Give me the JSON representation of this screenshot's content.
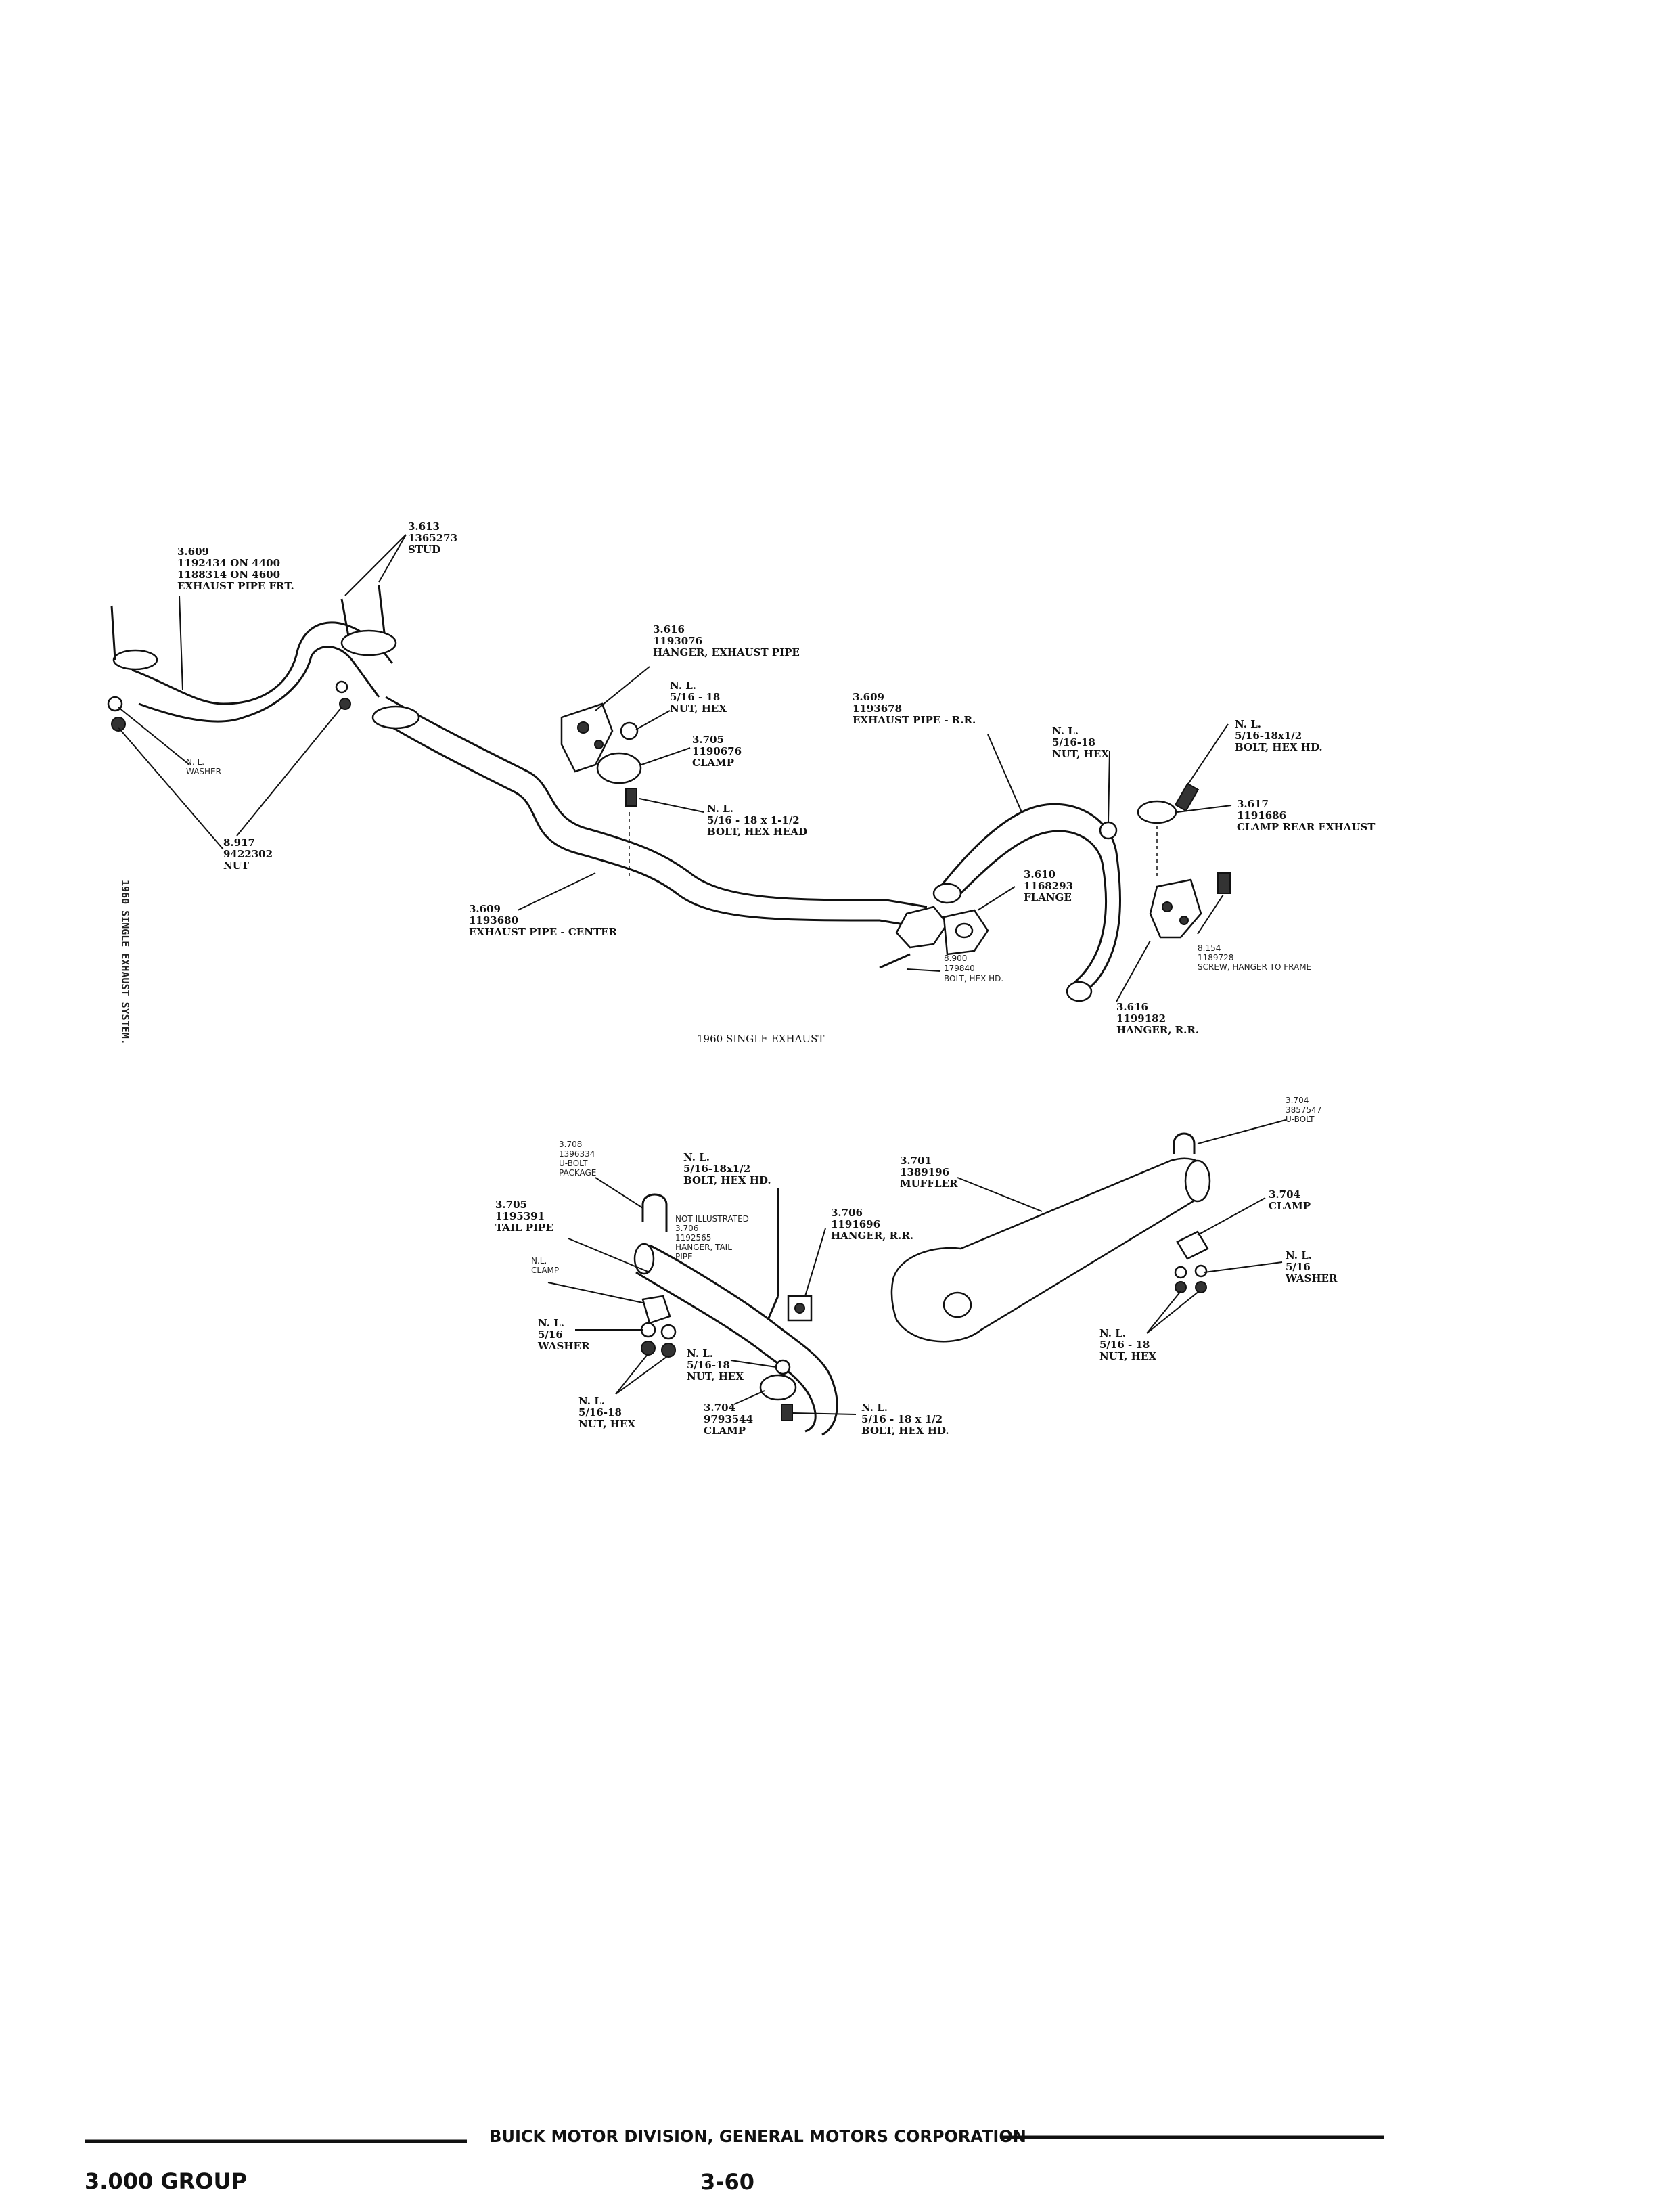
{
  "side_caption": "1960 SINGLE EXHAUST SYSTEM.",
  "figure_caption": "1960 SINGLE EXHAUST",
  "labels": {
    "exhaust_pipe_front": [
      "3.609",
      "1192434 ON 4400",
      "1188314 ON 4600",
      "EXHAUST PIPE FRT."
    ],
    "stud": [
      "3.613",
      "1365273",
      "STUD"
    ],
    "washer_front": [
      "N. L.",
      "WASHER"
    ],
    "nut_front": [
      "8.917",
      "9422302",
      "NUT"
    ],
    "hanger_exhaust_pipe": [
      "3.616",
      "1193076",
      "HANGER, EXHAUST PIPE"
    ],
    "nut_hex_hanger": [
      "N. L.",
      "5/16 - 18",
      "NUT, HEX"
    ],
    "clamp_center": [
      "3.705",
      "1190676",
      "CLAMP"
    ],
    "bolt_hex_head": [
      "N. L.",
      "5/16 - 18 x 1-1/2",
      "BOLT, HEX HEAD"
    ],
    "exhaust_pipe_center": [
      "3.609",
      "1193680",
      "EXHAUST PIPE - CENTER"
    ],
    "exhaust_pipe_rr": [
      "3.609",
      "1193678",
      "EXHAUST PIPE - R.R."
    ],
    "flange": [
      "3.610",
      "1168293",
      "FLANGE"
    ],
    "bolt_flange": [
      "8.900",
      "179840",
      "BOLT, HEX HD."
    ],
    "nut_hex_rr": [
      "N. L.",
      "5/16-18",
      "NUT, HEX"
    ],
    "bolt_hex_hd_rr": [
      "N. L.",
      "5/16-18x1/2",
      "BOLT, HEX HD."
    ],
    "clamp_rear_exhaust": [
      "3.617",
      "1191686",
      "CLAMP REAR EXHAUST"
    ],
    "screw_hanger_frame": [
      "8.154",
      "1189728",
      "SCREW, HANGER TO FRAME"
    ],
    "hanger_rr": [
      "3.616",
      "1199182",
      "HANGER, R.R."
    ],
    "u_bolt_package": [
      "3.708",
      "1396334",
      "U-BOLT",
      "PACKAGE"
    ],
    "bolt_hex_hd_tail": [
      "N. L.",
      "5/16-18x1/2",
      "BOLT, HEX HD."
    ],
    "tail_pipe": [
      "3.705",
      "1195391",
      "TAIL PIPE"
    ],
    "not_illustrated": [
      "NOT ILLUSTRATED",
      "3.706",
      "1192565",
      "HANGER, TAIL",
      "PIPE"
    ],
    "hanger_rr_tail": [
      "3.706",
      "1191696",
      "HANGER, R.R."
    ],
    "clamp_tail": [
      "N.L.",
      "CLAMP"
    ],
    "washer_tail": [
      "N. L.",
      "5/16",
      "WASHER"
    ],
    "nut_hex_tail_left": [
      "N. L.",
      "5/16-18",
      "NUT, HEX"
    ],
    "nut_hex_tail_mid": [
      "N. L.",
      "5/16-18",
      "NUT, HEX"
    ],
    "clamp_tail_mid": [
      "3.704",
      "9793544",
      "CLAMP"
    ],
    "bolt_tail_mid": [
      "N. L.",
      "5/16 - 18 x 1/2",
      "BOLT, HEX HD."
    ],
    "muffler": [
      "3.701",
      "1389196",
      "MUFFLER"
    ],
    "u_bolt_muffler": [
      "3.704",
      "3857547",
      "U-BOLT"
    ],
    "clamp_muffler": [
      "3.704",
      "CLAMP"
    ],
    "washer_muffler": [
      "N. L.",
      "5/16",
      "WASHER"
    ],
    "nut_hex_muffler": [
      "N. L.",
      "5/16 - 18",
      "NUT, HEX"
    ]
  },
  "footer": {
    "corporation": "BUICK MOTOR DIVISION, GENERAL MOTORS CORPORATION",
    "group": "3.000 GROUP",
    "page": "3-60"
  }
}
